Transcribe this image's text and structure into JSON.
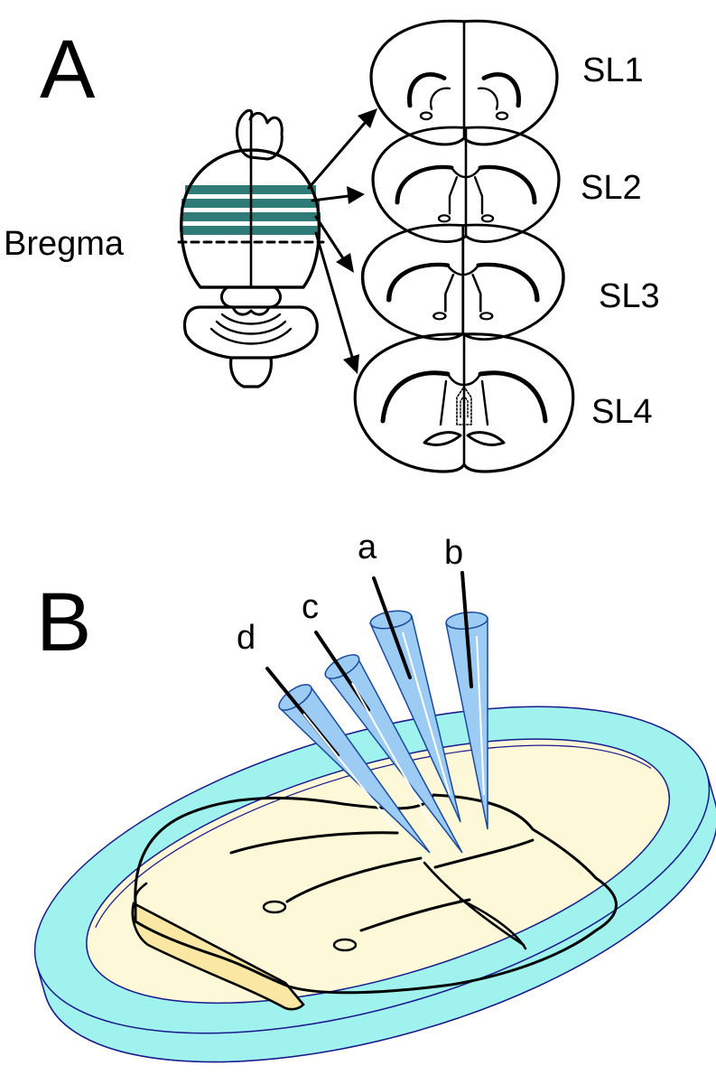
{
  "panel_a": {
    "label": "A",
    "bregma_label": "Bregma",
    "slices": [
      {
        "label": "SL1"
      },
      {
        "label": "SL2"
      },
      {
        "label": "SL3"
      },
      {
        "label": "SL4"
      }
    ]
  },
  "panel_b": {
    "label": "B",
    "pipettes": [
      {
        "label": "a"
      },
      {
        "label": "b"
      },
      {
        "label": "c"
      },
      {
        "label": "d"
      }
    ]
  },
  "colors": {
    "slice_band": "#2e7b78",
    "dish": "#9ff2ee",
    "medium": "#fdf8d8",
    "tissue": "#fcf1c6",
    "pipette": "#9ccbf4"
  }
}
